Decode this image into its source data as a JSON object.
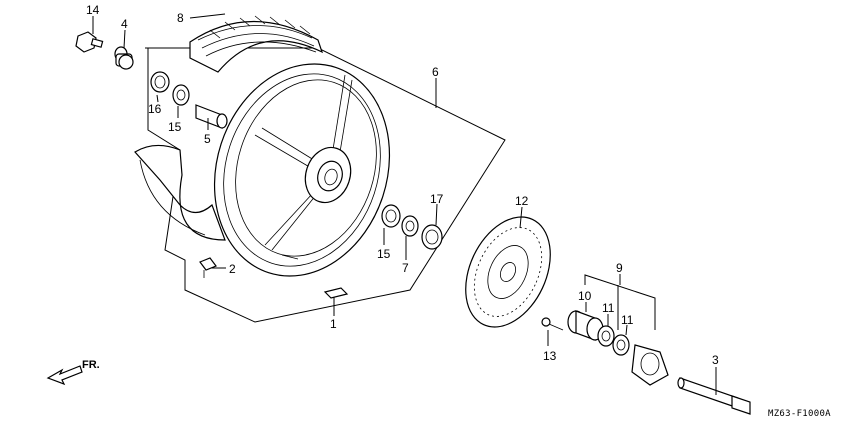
{
  "diagram": {
    "callouts": [
      {
        "id": "c14",
        "text": "14"
      },
      {
        "id": "c4",
        "text": "4"
      },
      {
        "id": "c8",
        "text": "8"
      },
      {
        "id": "c16",
        "text": "16"
      },
      {
        "id": "c15a",
        "text": "15"
      },
      {
        "id": "c5",
        "text": "5"
      },
      {
        "id": "c6",
        "text": "6"
      },
      {
        "id": "c17",
        "text": "17"
      },
      {
        "id": "c15b",
        "text": "15"
      },
      {
        "id": "c7",
        "text": "7"
      },
      {
        "id": "c2",
        "text": "2"
      },
      {
        "id": "c1",
        "text": "1"
      },
      {
        "id": "c12",
        "text": "12"
      },
      {
        "id": "c9",
        "text": "9"
      },
      {
        "id": "c10",
        "text": "10"
      },
      {
        "id": "c11a",
        "text": "11"
      },
      {
        "id": "c11b",
        "text": "11"
      },
      {
        "id": "c13",
        "text": "13"
      },
      {
        "id": "c3",
        "text": "3"
      }
    ],
    "direction_label": "FR.",
    "reference_code": "MZ63-F1000A"
  }
}
